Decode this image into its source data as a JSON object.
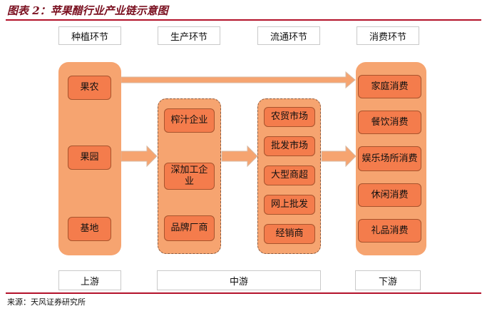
{
  "title": "图表 2：苹果醋行业产业链示意图",
  "source": "来源：天风证券研究所",
  "stages": [
    "种植环节",
    "生产环节",
    "流通环节",
    "消费环节"
  ],
  "bottom_labels": [
    "上游",
    "中游",
    "下游"
  ],
  "planting": [
    "果农",
    "果园",
    "基地"
  ],
  "production": [
    "榨汁企业",
    "深加工企业",
    "品牌厂商"
  ],
  "distribution": [
    "农贸市场",
    "批发市场",
    "大型商超",
    "网上批发",
    "经销商"
  ],
  "consumption": [
    "家庭消费",
    "餐饮消费",
    "娱乐场所消费",
    "休闲消费",
    "礼品消费"
  ],
  "colors": {
    "panel": "#f6a470",
    "item": "#f47c4c",
    "rule": "#b3122a",
    "arrow": "#f6a470"
  }
}
